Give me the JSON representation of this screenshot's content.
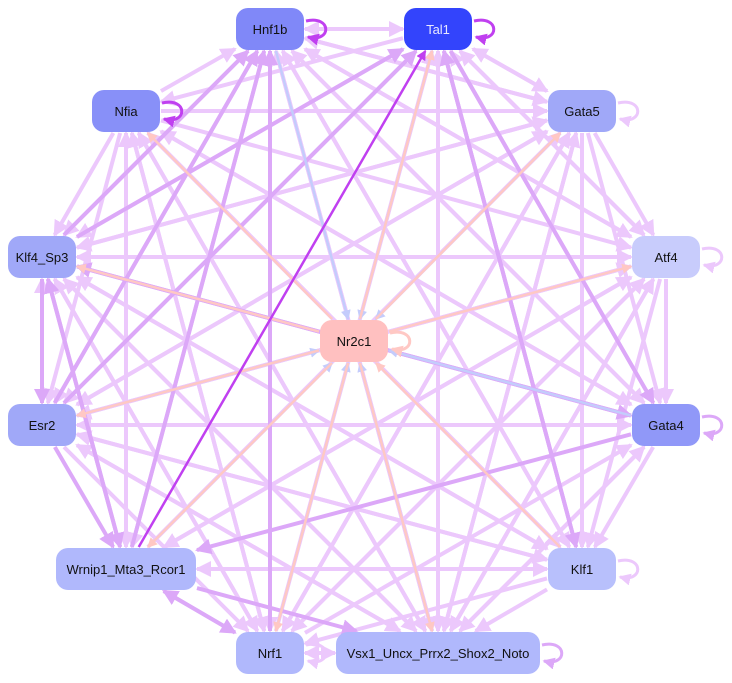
{
  "nodes": [
    {
      "id": "Hnf1b",
      "label": "Hnf1b",
      "color": "#8088f8",
      "text": "#111"
    },
    {
      "id": "Tal1",
      "label": "Tal1",
      "color": "#3344fc",
      "text": "#e8e8ff"
    },
    {
      "id": "Nfia",
      "label": "Nfia",
      "color": "#8890f8",
      "text": "#111"
    },
    {
      "id": "Gata5",
      "label": "Gata5",
      "color": "#a0a8f8",
      "text": "#111"
    },
    {
      "id": "Klf4_Sp3",
      "label": "Klf4_Sp3",
      "color": "#a0a8f8",
      "text": "#111"
    },
    {
      "id": "Atf4",
      "label": "Atf4",
      "color": "#c8ccfc",
      "text": "#111"
    },
    {
      "id": "Nr2c1",
      "label": "Nr2c1",
      "color": "#ffc0c0",
      "text": "#111"
    },
    {
      "id": "Esr2",
      "label": "Esr2",
      "color": "#a0a8f8",
      "text": "#111"
    },
    {
      "id": "Gata4",
      "label": "Gata4",
      "color": "#9098f8",
      "text": "#111"
    },
    {
      "id": "Wrnip1",
      "label": "Wrnip1_Mta3_Rcor1",
      "color": "#b0b8fc",
      "text": "#111"
    },
    {
      "id": "Klf1",
      "label": "Klf1",
      "color": "#b8c0fc",
      "text": "#111"
    },
    {
      "id": "Nrf1",
      "label": "Nrf1",
      "color": "#b0b8fc",
      "text": "#111"
    },
    {
      "id": "Vsx1",
      "label": "Vsx1_Uncx_Prrx2_Shox2_Noto",
      "color": "#b0b8fc",
      "text": "#111"
    }
  ],
  "edge_colors": {
    "l": "#ecc8fc",
    "m": "#dca8f8",
    "d": "#c040f0",
    "b": "#c4ccfc",
    "s": "#ffc8c4"
  },
  "edges": [
    [
      "Tal1",
      "Hnf1b",
      "l"
    ],
    [
      "Gata5",
      "Hnf1b",
      "l"
    ],
    [
      "Atf4",
      "Hnf1b",
      "l"
    ],
    [
      "Klf4_Sp3",
      "Hnf1b",
      "m"
    ],
    [
      "Esr2",
      "Hnf1b",
      "m"
    ],
    [
      "Wrnip1",
      "Hnf1b",
      "m"
    ],
    [
      "Nrf1",
      "Hnf1b",
      "m"
    ],
    [
      "Vsx1",
      "Hnf1b",
      "l"
    ],
    [
      "Klf1",
      "Hnf1b",
      "l"
    ],
    [
      "Gata4",
      "Hnf1b",
      "l"
    ],
    [
      "Nfia",
      "Hnf1b",
      "l"
    ],
    [
      "Wrnip1",
      "Tal1",
      "d"
    ],
    [
      "Klf4_Sp3",
      "Tal1",
      "m"
    ],
    [
      "Esr2",
      "Tal1",
      "m"
    ],
    [
      "Nrf1",
      "Tal1",
      "l"
    ],
    [
      "Vsx1",
      "Tal1",
      "l"
    ],
    [
      "Klf1",
      "Tal1",
      "m"
    ],
    [
      "Gata4",
      "Tal1",
      "l"
    ],
    [
      "Gata5",
      "Tal1",
      "l"
    ],
    [
      "Atf4",
      "Tal1",
      "l"
    ],
    [
      "Hnf1b",
      "Tal1",
      "l"
    ],
    [
      "Tal1",
      "Nfia",
      "l"
    ],
    [
      "Vsx1",
      "Nfia",
      "l"
    ],
    [
      "Klf1",
      "Nfia",
      "l"
    ],
    [
      "Nrf1",
      "Nfia",
      "l"
    ],
    [
      "Wrnip1",
      "Nfia",
      "l"
    ],
    [
      "Gata4",
      "Nfia",
      "l"
    ],
    [
      "Tal1",
      "Gata5",
      "l"
    ],
    [
      "Hnf1b",
      "Gata5",
      "l"
    ],
    [
      "Klf4_Sp3",
      "Gata5",
      "l"
    ],
    [
      "Esr2",
      "Gata5",
      "l"
    ],
    [
      "Wrnip1",
      "Gata5",
      "l"
    ],
    [
      "Nrf1",
      "Gata5",
      "l"
    ],
    [
      "Vsx1",
      "Gata5",
      "l"
    ],
    [
      "Nfia",
      "Gata5",
      "l"
    ],
    [
      "Gata5",
      "Klf4_Sp3",
      "l"
    ],
    [
      "Atf4",
      "Klf4_Sp3",
      "l"
    ],
    [
      "Gata4",
      "Klf4_Sp3",
      "m"
    ],
    [
      "Klf1",
      "Klf4_Sp3",
      "l"
    ],
    [
      "Vsx1",
      "Klf4_Sp3",
      "l"
    ],
    [
      "Nrf1",
      "Klf4_Sp3",
      "l"
    ],
    [
      "Wrnip1",
      "Klf4_Sp3",
      "m"
    ],
    [
      "Esr2",
      "Klf4_Sp3",
      "l"
    ],
    [
      "Hnf1b",
      "Klf4_Sp3",
      "l"
    ],
    [
      "Tal1",
      "Klf4_Sp3",
      "l"
    ],
    [
      "Nfia",
      "Klf4_Sp3",
      "l"
    ],
    [
      "Hnf1b",
      "Atf4",
      "l"
    ],
    [
      "Tal1",
      "Atf4",
      "l"
    ],
    [
      "Nfia",
      "Atf4",
      "l"
    ],
    [
      "Klf4_Sp3",
      "Atf4",
      "l"
    ],
    [
      "Esr2",
      "Atf4",
      "l"
    ],
    [
      "Wrnip1",
      "Atf4",
      "l"
    ],
    [
      "Nrf1",
      "Atf4",
      "l"
    ],
    [
      "Vsx1",
      "Atf4",
      "l"
    ],
    [
      "Gata5",
      "Atf4",
      "l"
    ],
    [
      "Hnf1b",
      "Esr2",
      "l"
    ],
    [
      "Tal1",
      "Esr2",
      "l"
    ],
    [
      "Gata5",
      "Esr2",
      "l"
    ],
    [
      "Atf4",
      "Esr2",
      "l"
    ],
    [
      "Gata4",
      "Esr2",
      "l"
    ],
    [
      "Klf1",
      "Esr2",
      "l"
    ],
    [
      "Vsx1",
      "Esr2",
      "l"
    ],
    [
      "Klf4_Sp3",
      "Esr2",
      "m"
    ],
    [
      "Nfia",
      "Esr2",
      "l"
    ],
    [
      "Hnf1b",
      "Gata4",
      "l"
    ],
    [
      "Tal1",
      "Gata4",
      "m"
    ],
    [
      "Nfia",
      "Gata4",
      "l"
    ],
    [
      "Klf4_Sp3",
      "Gata4",
      "m"
    ],
    [
      "Esr2",
      "Gata4",
      "l"
    ],
    [
      "Gata5",
      "Gata4",
      "l"
    ],
    [
      "Atf4",
      "Gata4",
      "l"
    ],
    [
      "Nrf1",
      "Gata4",
      "l"
    ],
    [
      "Vsx1",
      "Gata4",
      "l"
    ],
    [
      "Hnf1b",
      "Wrnip1",
      "l"
    ],
    [
      "Nfia",
      "Wrnip1",
      "l"
    ],
    [
      "Klf4_Sp3",
      "Wrnip1",
      "m"
    ],
    [
      "Esr2",
      "Wrnip1",
      "m"
    ],
    [
      "Gata4",
      "Wrnip1",
      "m"
    ],
    [
      "Klf1",
      "Wrnip1",
      "l"
    ],
    [
      "Nrf1",
      "Wrnip1",
      "m"
    ],
    [
      "Atf4",
      "Wrnip1",
      "l"
    ],
    [
      "Hnf1b",
      "Klf1",
      "l"
    ],
    [
      "Tal1",
      "Klf1",
      "m"
    ],
    [
      "Nfia",
      "Klf1",
      "l"
    ],
    [
      "Klf4_Sp3",
      "Klf1",
      "l"
    ],
    [
      "Gata5",
      "Klf1",
      "l"
    ],
    [
      "Atf4",
      "Klf1",
      "l"
    ],
    [
      "Gata4",
      "Klf1",
      "l"
    ],
    [
      "Wrnip1",
      "Klf1",
      "l"
    ],
    [
      "Esr2",
      "Klf1",
      "l"
    ],
    [
      "Hnf1b",
      "Nrf1",
      "l"
    ],
    [
      "Nfia",
      "Nrf1",
      "l"
    ],
    [
      "Klf4_Sp3",
      "Nrf1",
      "l"
    ],
    [
      "Esr2",
      "Nrf1",
      "l"
    ],
    [
      "Gata5",
      "Nrf1",
      "l"
    ],
    [
      "Atf4",
      "Nrf1",
      "l"
    ],
    [
      "Wrnip1",
      "Nrf1",
      "m"
    ],
    [
      "Klf1",
      "Nrf1",
      "l"
    ],
    [
      "Vsx1",
      "Nrf1",
      "l"
    ],
    [
      "Hnf1b",
      "Vsx1",
      "l"
    ],
    [
      "Tal1",
      "Vsx1",
      "l"
    ],
    [
      "Nfia",
      "Vsx1",
      "l"
    ],
    [
      "Klf4_Sp3",
      "Vsx1",
      "l"
    ],
    [
      "Esr2",
      "Vsx1",
      "l"
    ],
    [
      "Gata5",
      "Vsx1",
      "l"
    ],
    [
      "Atf4",
      "Vsx1",
      "l"
    ],
    [
      "Gata4",
      "Vsx1",
      "l"
    ],
    [
      "Wrnip1",
      "Vsx1",
      "m"
    ],
    [
      "Klf1",
      "Vsx1",
      "l"
    ],
    [
      "Nrf1",
      "Vsx1",
      "l"
    ],
    [
      "Hnf1b",
      "Nr2c1",
      "b"
    ],
    [
      "Tal1",
      "Nr2c1",
      "b"
    ],
    [
      "Gata5",
      "Nr2c1",
      "b"
    ],
    [
      "Gata4",
      "Nr2c1",
      "b"
    ],
    [
      "Esr2",
      "Nr2c1",
      "b"
    ],
    [
      "Wrnip1",
      "Nr2c1",
      "b"
    ],
    [
      "Nrf1",
      "Nr2c1",
      "b"
    ],
    [
      "Vsx1",
      "Nr2c1",
      "b"
    ],
    [
      "Klf1",
      "Nr2c1",
      "s"
    ],
    [
      "Nr2c1",
      "Tal1",
      "s"
    ],
    [
      "Nr2c1",
      "Nfia",
      "s"
    ],
    [
      "Nr2c1",
      "Klf4_Sp3",
      "s"
    ],
    [
      "Nr2c1",
      "Atf4",
      "s"
    ],
    [
      "Nr2c1",
      "Esr2",
      "s"
    ],
    [
      "Nr2c1",
      "Wrnip1",
      "s"
    ],
    [
      "Nr2c1",
      "Nrf1",
      "s"
    ],
    [
      "Nr2c1",
      "Vsx1",
      "s"
    ],
    [
      "Nr2c1",
      "Gata5",
      "s"
    ]
  ],
  "self_loops": [
    [
      "Hnf1b",
      "d"
    ],
    [
      "Tal1",
      "d"
    ],
    [
      "Nfia",
      "d"
    ],
    [
      "Gata5",
      "l"
    ],
    [
      "Atf4",
      "l"
    ],
    [
      "Nr2c1",
      "s"
    ],
    [
      "Gata4",
      "m"
    ],
    [
      "Klf1",
      "l"
    ],
    [
      "Nrf1",
      "l"
    ],
    [
      "Vsx1",
      "m"
    ]
  ]
}
